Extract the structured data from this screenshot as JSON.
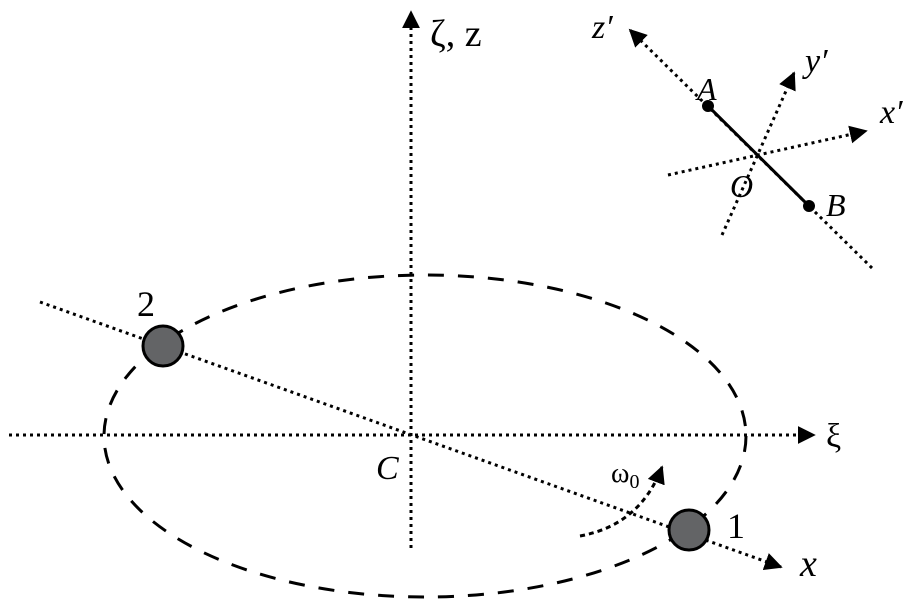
{
  "labels": {
    "vertical_axis": "ζ, z",
    "horizontal_axis": "ξ",
    "rotated_axis": "x",
    "center": "C",
    "body_1": "1",
    "body_2": "2",
    "angular_velocity": "ω",
    "angular_velocity_sub": "0",
    "inset_z": "z′",
    "inset_y": "y′",
    "inset_x": "x′",
    "inset_origin": "O",
    "inset_point_a": "A",
    "inset_point_b": "B"
  },
  "colors": {
    "line": "#000000",
    "body_fill": "#636466",
    "background": "#ffffff"
  }
}
